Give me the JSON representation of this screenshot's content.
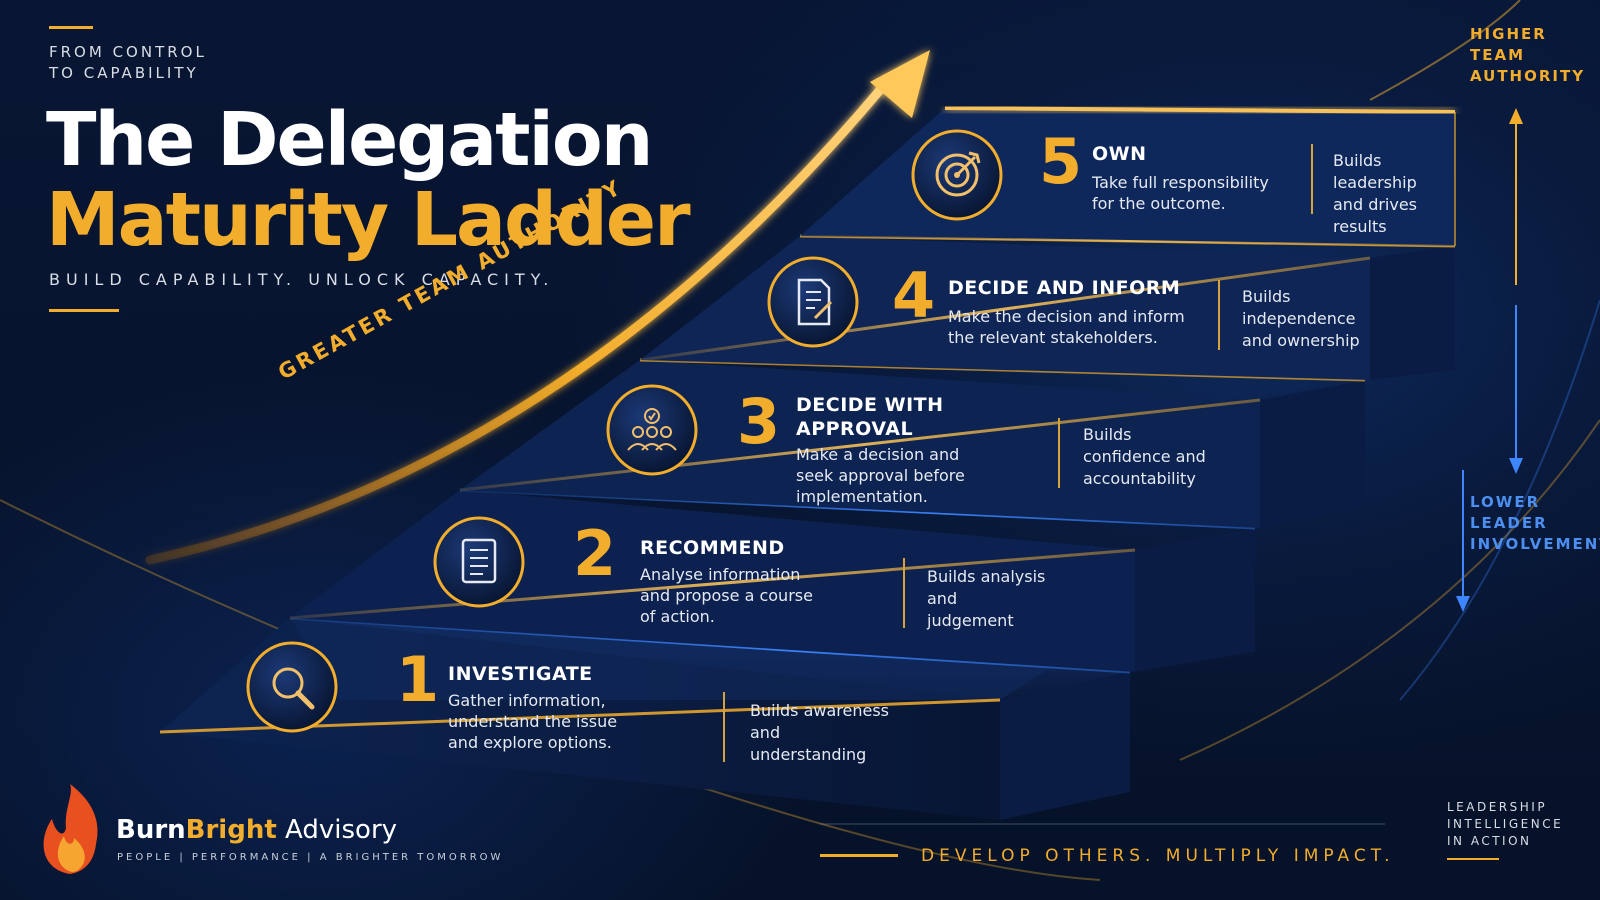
{
  "header": {
    "eyebrow": "FROM CONTROL\nTO CAPABILITY",
    "title_line1": "The Delegation",
    "title_line2": "Maturity Ladder",
    "tagline": "BUILD CAPABILITY. UNLOCK CAPACITY."
  },
  "arrow_label": "GREATER TEAM AUTHORITY",
  "steps": [
    {
      "number": "1",
      "title": "INVESTIGATE",
      "description": "Gather information, understand the issue and explore options.",
      "outcome": "Builds awareness and understanding",
      "icon": "magnifier-icon"
    },
    {
      "number": "2",
      "title": "RECOMMEND",
      "description": "Analyse information and propose a course of action.",
      "outcome": "Builds analysis and judgement",
      "icon": "document-icon"
    },
    {
      "number": "3",
      "title": "DECIDE WITH APPROVAL",
      "description": "Make a decision and seek approval before implementation.",
      "outcome": "Builds confidence and accountability",
      "icon": "team-check-icon"
    },
    {
      "number": "4",
      "title": "DECIDE AND INFORM",
      "description": "Make the decision and inform the relevant stakeholders.",
      "outcome": "Builds independence and ownership",
      "icon": "signed-document-icon"
    },
    {
      "number": "5",
      "title": "OWN",
      "description": "Take full responsibility for the outcome.",
      "outcome": "Builds leadership and drives results",
      "icon": "target-icon"
    }
  ],
  "side": {
    "top_label": "HIGHER TEAM AUTHORITY",
    "bottom_label": "LOWER LEADER INVOLVEMENT"
  },
  "brand": {
    "name_part1": "Burn",
    "name_part2": "Bright",
    "name_part3": " Advisory",
    "subtitle": "PEOPLE  |  PERFORMANCE  |  A BRIGHTER TOMORROW",
    "logo_icon": "flame-icon"
  },
  "footer": {
    "motto": "DEVELOP OTHERS. MULTIPLY IMPACT.",
    "corner": "LEADERSHIP\nINTELLIGENCE\nIN ACTION"
  },
  "colors": {
    "accent_gold": "#f2ad2c",
    "accent_blue": "#4d8ff0",
    "background": "#07132b"
  }
}
